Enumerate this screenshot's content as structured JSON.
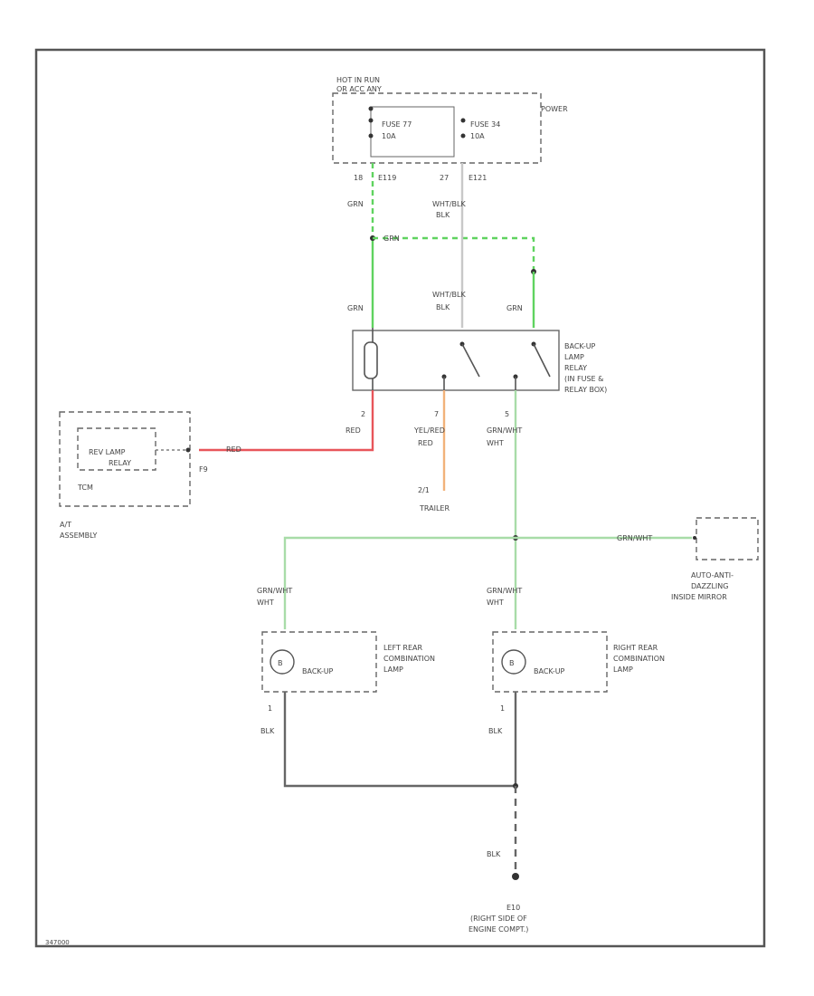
{
  "colors": {
    "grn": "#5fd35f",
    "red": "#e8555a",
    "yel_red": "#f2b27a",
    "wht_blk": "#c8c8c8",
    "blk": "#666666",
    "grn_wht": "#a8dca8",
    "frame": "#555555"
  },
  "fuse_box": {
    "label_hot": "HOT IN RUN",
    "label_hot2": "OR ACC ANY",
    "label_power": "POWER",
    "fuse_left": "FUSE 77",
    "fuse_left_rating": "10A",
    "fuse_right": "FUSE 34",
    "fuse_right_rating": "10A",
    "pin_left": "18",
    "conn_left": "E119",
    "pin_right": "27",
    "conn_right": "E121"
  },
  "wires": {
    "grn_top": "GRN",
    "grn_splice": "GRN",
    "wht_blk_top": "WHT/BLK",
    "grn_relay_left": "GRN",
    "wht_blk_relay": "WHT/BLK",
    "grn_relay_right": "GRN",
    "red_pin": "2",
    "red_label": "RED",
    "red_wire_label": "RED",
    "yel_pin": "7",
    "yel_label": "YEL/RED",
    "grn_wht_pin": "5",
    "grn_wht_label": "GRN/WHT",
    "grn_wht_branch": "GRN/WHT",
    "grn_wht_left": "GRN/WHT",
    "grn_wht_right": "GRN/WHT",
    "blk_left_pin": "1",
    "blk_left": "BLK",
    "blk_right_pin": "1",
    "blk_right": "BLK",
    "blk_ground": "BLK",
    "trailer_conn": "2/1"
  },
  "relay": {
    "label": [
      "BACK-UP",
      "LAMP",
      "RELAY",
      "(IN FUSE &",
      "RELAY BOX)"
    ]
  },
  "tcm": {
    "inner_label": [
      "REV LAMP",
      "RELAY"
    ],
    "module_label": "TCM",
    "pin": "F9",
    "assembly_label": [
      "A/T",
      "ASSEMBLY"
    ]
  },
  "trailer": {
    "label": "TRAILER"
  },
  "mirror": {
    "label": [
      "AUTO-ANTI-",
      "DAZZLING",
      "INSIDE MIRROR"
    ]
  },
  "lamps": {
    "left": {
      "bulb": "BACK-UP",
      "label": [
        "LEFT REAR",
        "COMBINATION",
        "LAMP"
      ]
    },
    "right": {
      "bulb": "BACK-UP",
      "label": [
        "RIGHT REAR",
        "COMBINATION",
        "LAMP"
      ]
    }
  },
  "ground": {
    "id": "E10",
    "label": [
      "(RIGHT SIDE OF",
      "ENGINE COMPT.)"
    ]
  },
  "diagram_id": "347000"
}
